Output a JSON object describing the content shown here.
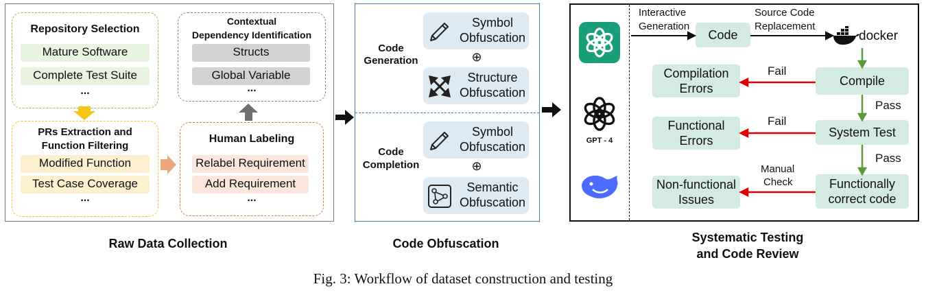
{
  "raw": {
    "caption": "Raw Data Collection",
    "repo": {
      "title": "Repository Selection",
      "items": [
        "Mature Software",
        "Complete Test Suite"
      ],
      "more": "..."
    },
    "context": {
      "title_line1": "Contextual",
      "title_line2": "Dependency Identification",
      "items": [
        "Structs",
        "Global Variable"
      ],
      "more": "..."
    },
    "prs": {
      "title_line1": "PRs Extraction and",
      "title_line2": "Function Filtering",
      "items": [
        "Modified Function",
        "Test Case Coverage"
      ],
      "more": "..."
    },
    "human": {
      "title": "Human Labeling",
      "items": [
        "Relabel Requirement",
        "Add Requirement"
      ],
      "more": "..."
    }
  },
  "obfuscation": {
    "caption": "Code Obfuscation",
    "generation": {
      "label_line1": "Code",
      "label_line2": "Generation",
      "first": [
        "Symbol",
        "Obfuscation"
      ],
      "second": [
        "Structure",
        "Obfuscation"
      ]
    },
    "completion": {
      "label_line1": "Code",
      "label_line2": "Completion",
      "first": [
        "Symbol",
        "Obfuscation"
      ],
      "second": [
        "Semantic",
        "Obfuscation"
      ]
    },
    "oplus": "⊕",
    "icons": [
      "pencil-icon",
      "arrows-expand-icon",
      "network-icon"
    ]
  },
  "testing": {
    "caption_line1": "Systematic Testing",
    "caption_line2": "and Code Review",
    "gpt_label": "GPT - 4",
    "interactive": [
      "Interactive",
      "Generation"
    ],
    "source_replacement": [
      "Source Code",
      "Replacement"
    ],
    "code": "Code",
    "docker": "docker",
    "compile": "Compile",
    "system_test": "System Test",
    "functionally_correct": [
      "Functionally",
      "correct code"
    ],
    "compilation_errors": [
      "Compilation",
      "Errors"
    ],
    "functional_errors": [
      "Functional",
      "Errors"
    ],
    "nonfunctional": [
      "Non-functional",
      "Issues"
    ],
    "fail": "Fail",
    "pass": "Pass",
    "manual_check": [
      "Manual",
      "Check"
    ]
  },
  "figure_caption": "Fig. 3: Workflow of dataset construction and testing",
  "colors": {
    "green_dash": "#8ac24a",
    "yellow_dash": "#f5c518",
    "orange_dash": "#d9783a",
    "gray_dash": "#808080",
    "blue_border": "#3a7fc1",
    "obf_fill": "#dde9f3",
    "node_fill": "#d4ebe3",
    "fail_arrow": "#e00000",
    "pass_arrow": "#5a9a3a",
    "openai_green": "#1a9e7a",
    "deepseek_blue": "#4d6bfe"
  }
}
